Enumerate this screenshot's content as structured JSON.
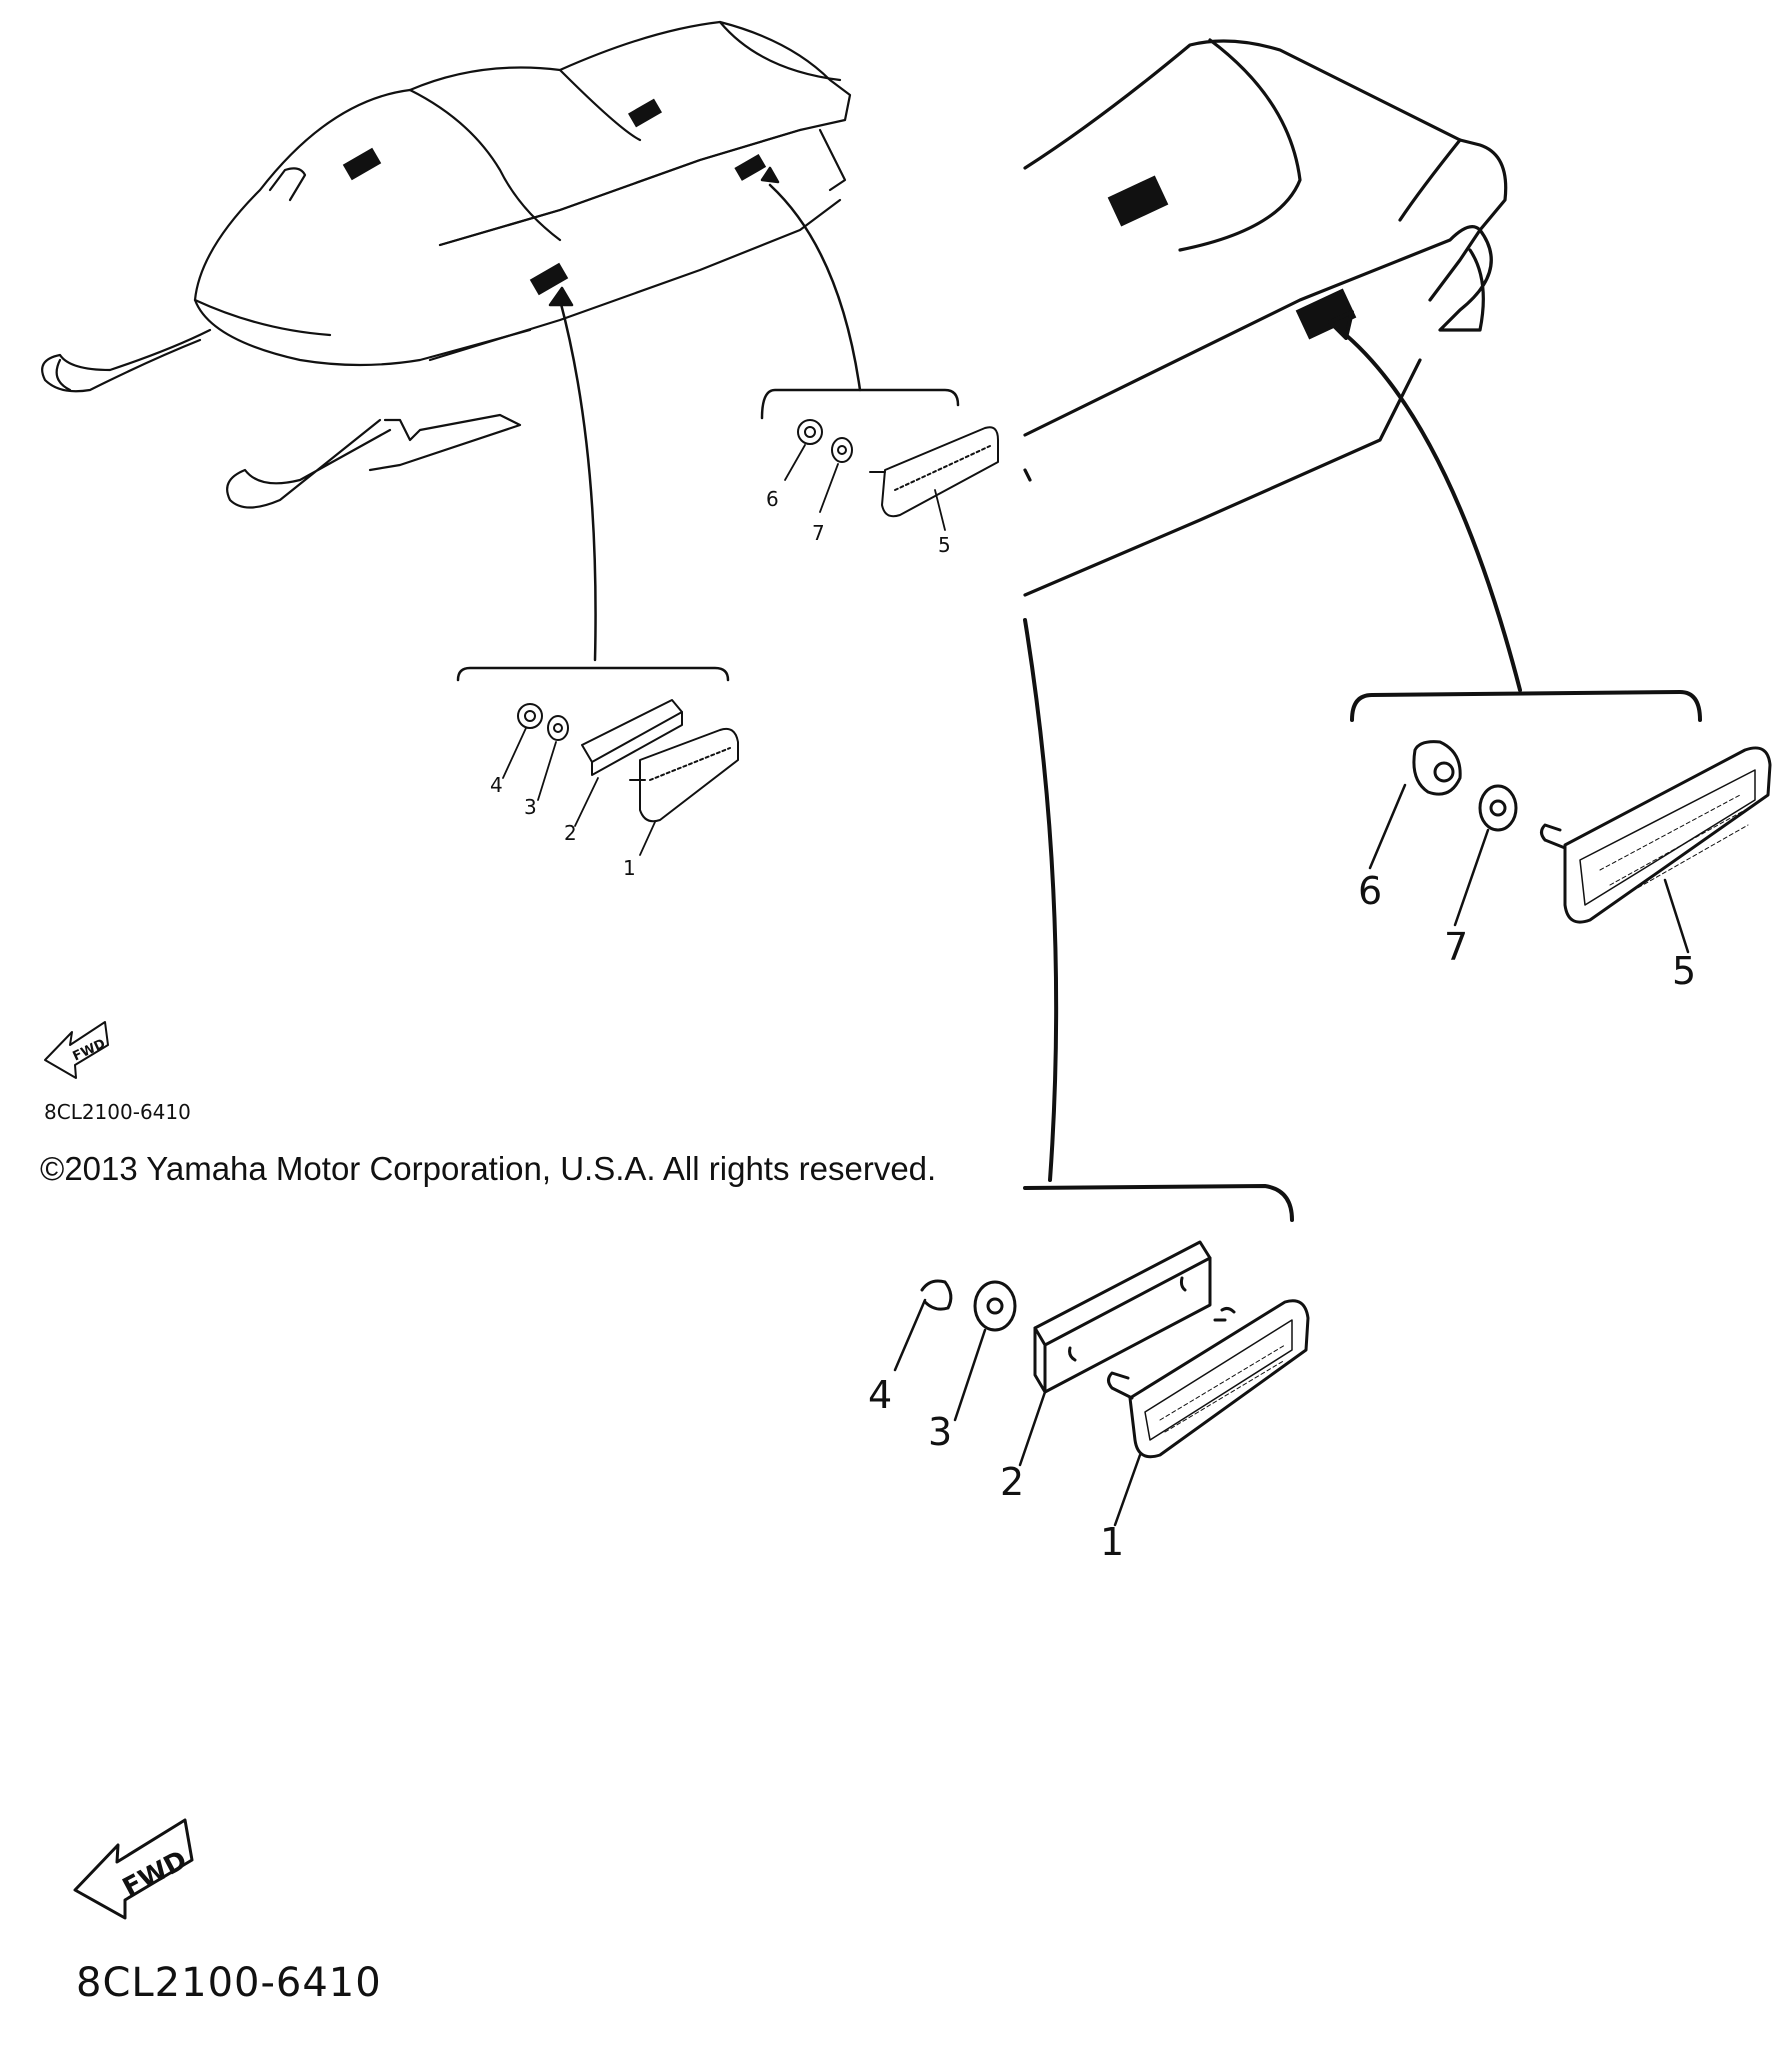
{
  "diagram": {
    "small_view": {
      "callouts": [
        "1",
        "2",
        "3",
        "4",
        "5",
        "6",
        "7"
      ],
      "fwd_label": "FWD",
      "diagram_code": "8CL2100-6410"
    },
    "large_view": {
      "callouts": [
        "1",
        "2",
        "3",
        "4",
        "5",
        "6",
        "7"
      ],
      "fwd_label": "FWD",
      "diagram_code": "8CL2100-6410"
    },
    "copyright": "©2013 Yamaha Motor Corporation, U.S.A. All rights reserved."
  },
  "colors": {
    "ink": "#111111",
    "background": "#ffffff"
  }
}
